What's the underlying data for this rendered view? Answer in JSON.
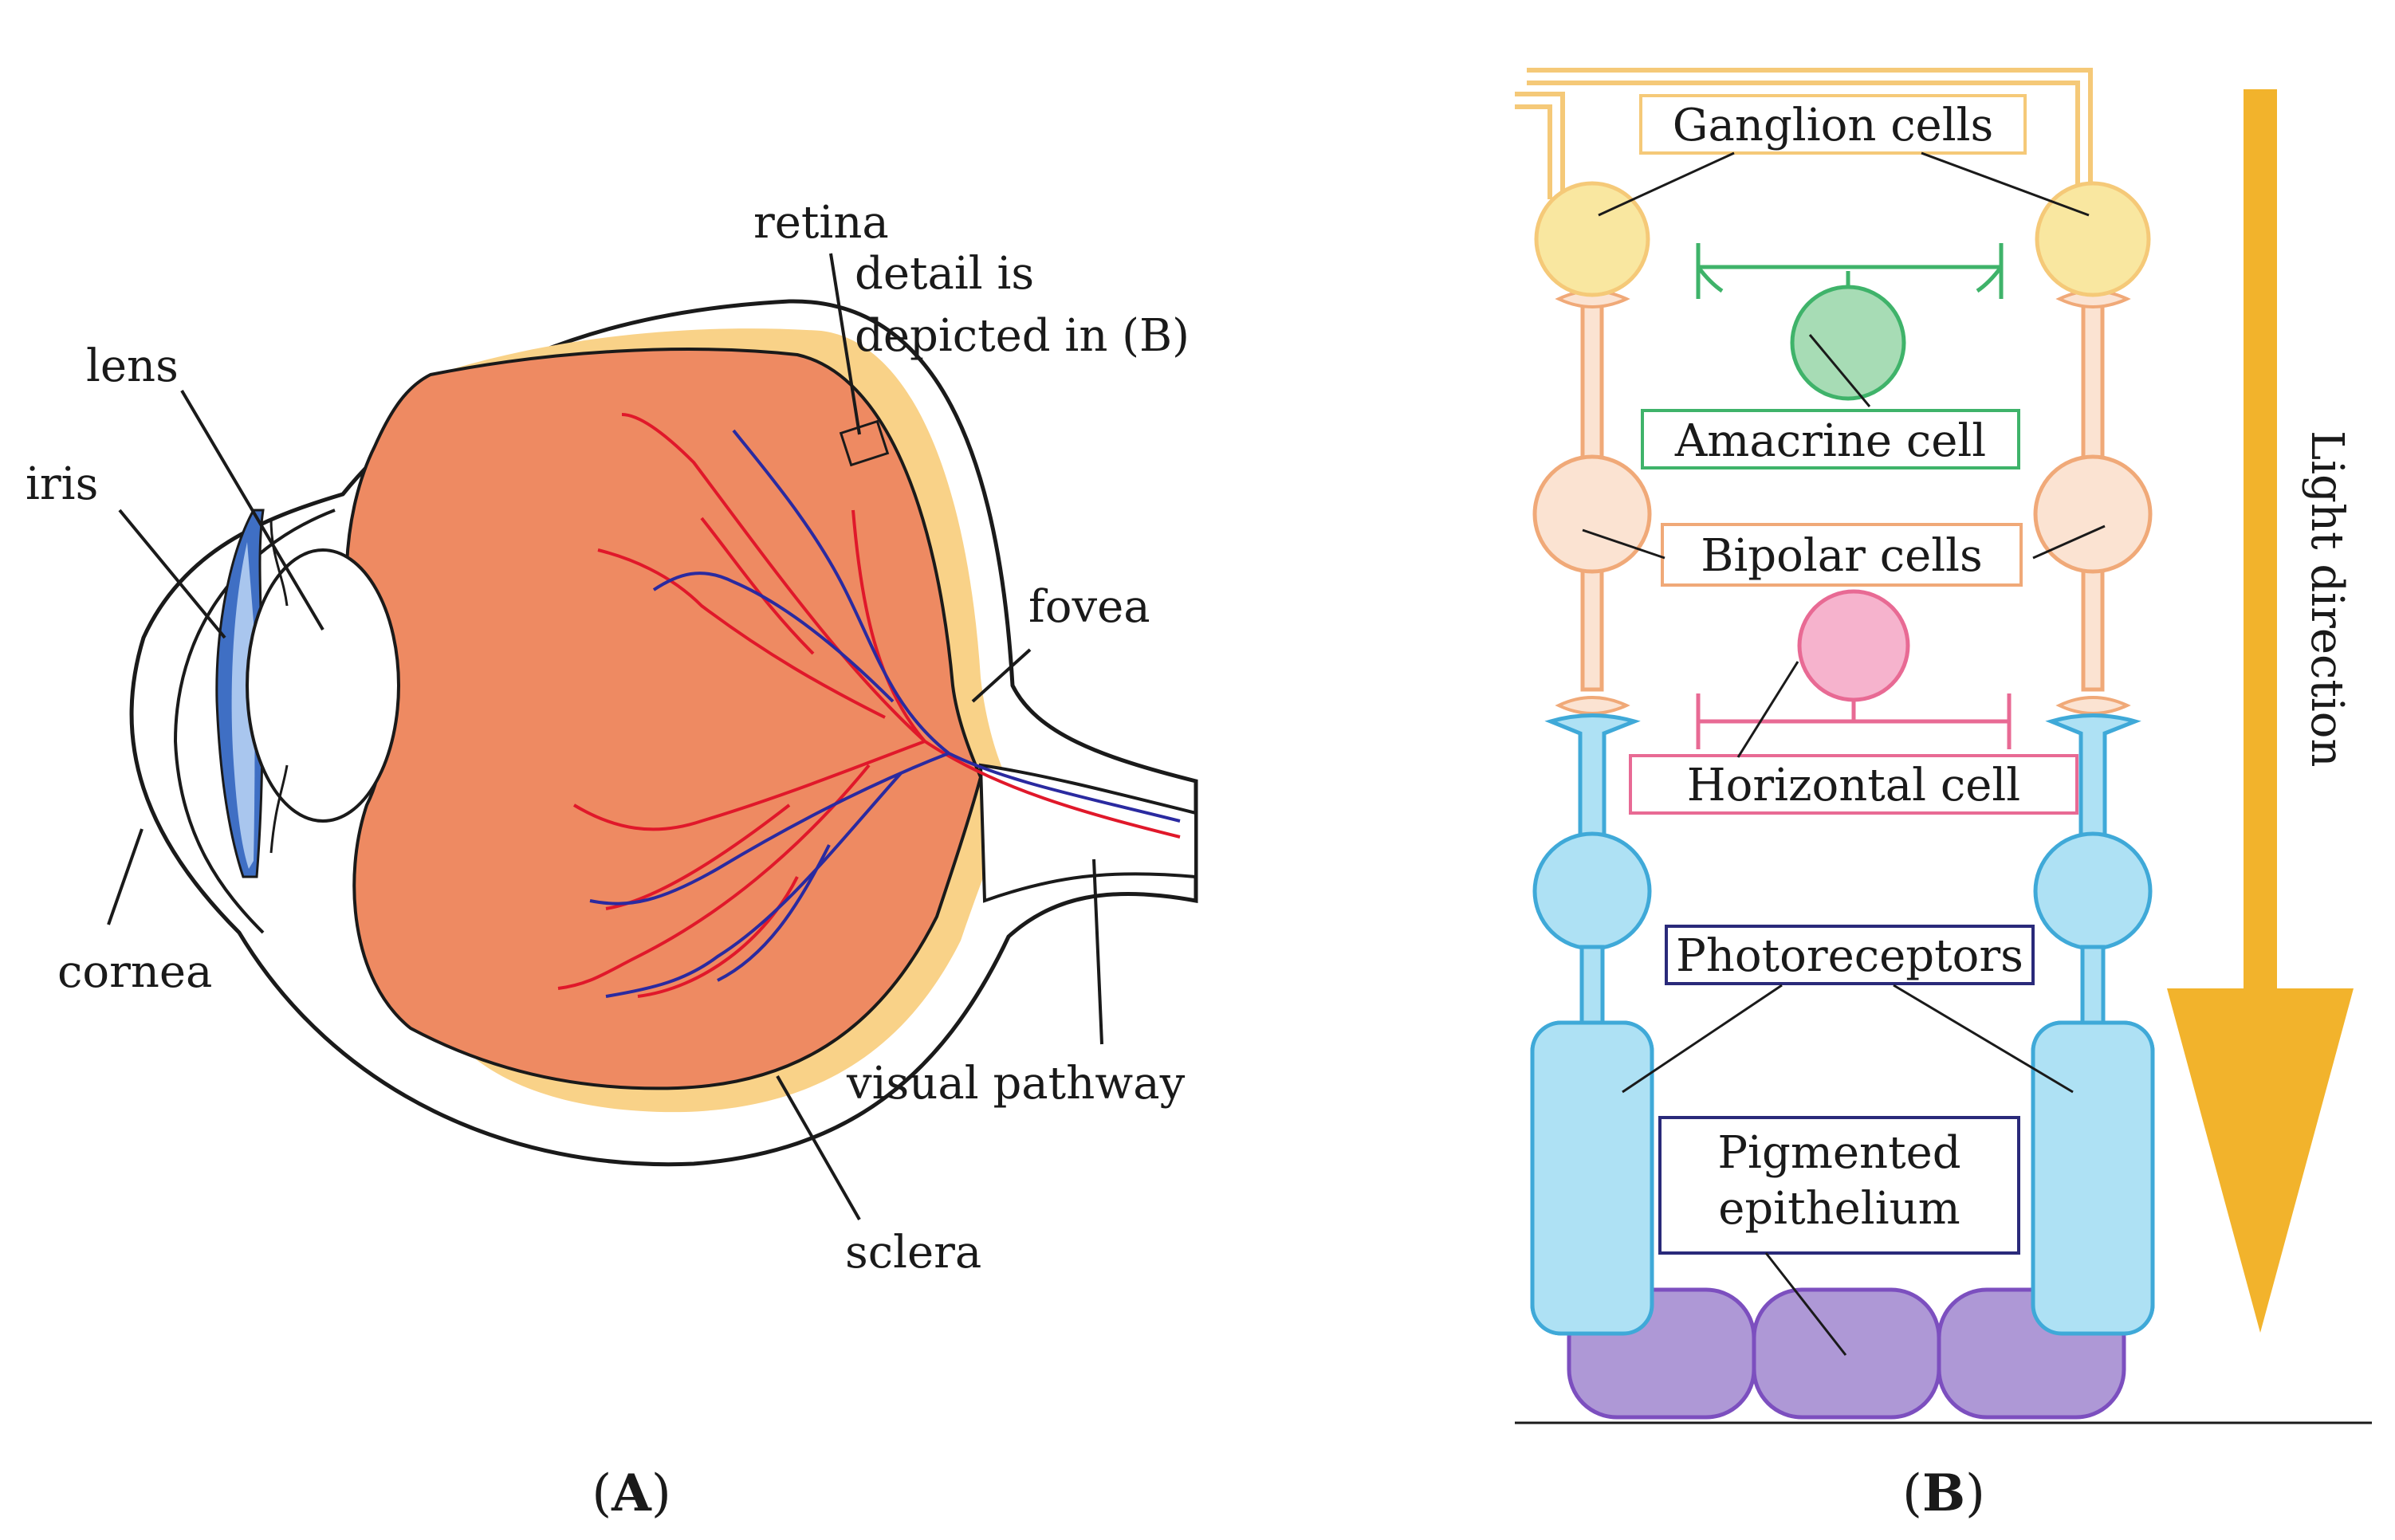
{
  "panel_a": {
    "caption": "A",
    "labels": {
      "retina": "retina",
      "detail_line1": "detail is",
      "detail_line2": "depicted in (B)",
      "lens": "lens",
      "iris": "iris",
      "fovea": "fovea",
      "cornea": "cornea",
      "visual_pathway": "visual pathway",
      "sclera": "sclera"
    },
    "colors": {
      "vitreous": "#ee8a62",
      "retina_layer": "#f9d288",
      "iris": "#3f6fc4",
      "artery": "#e0182a",
      "vein": "#2a2aa0"
    }
  },
  "panel_b": {
    "caption": "B",
    "labels": {
      "ganglion": "Ganglion cells",
      "amacrine": "Amacrine cell",
      "bipolar": "Bipolar cells",
      "horizontal": "Horizontal cell",
      "photoreceptors": "Photoreceptors",
      "pigmented_line1": "Pigmented",
      "pigmented_line2": "epithelium",
      "light_direction": "Light direction"
    },
    "colors": {
      "ganglion": "#f9e7a0",
      "amacrine": "#a7dcb5",
      "bipolar": "#fbd9c2",
      "horizontal": "#f6b3cd",
      "photoreceptor": "#aee1f4",
      "epithelium": "#ae98d6",
      "arrow": "#f2b32c"
    }
  }
}
